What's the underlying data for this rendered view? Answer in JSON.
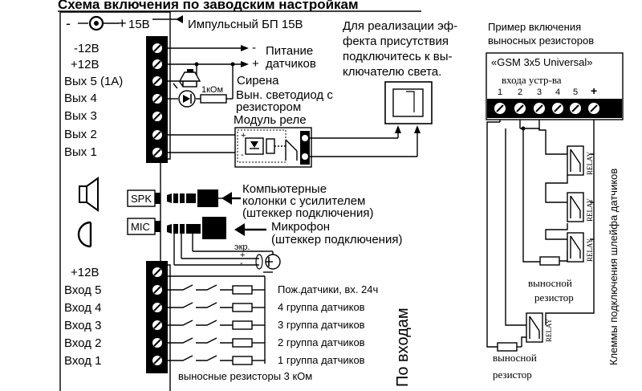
{
  "title": "Схема включения по заводским настройкам",
  "power_supply": {
    "label": "Импульсный БП 15В",
    "volt": "15В",
    "neg": "-",
    "pos": "+"
  },
  "device_top_terminals": [
    "-12В",
    "+12В",
    "Вых 5 (1А)",
    "Вых 4",
    "Вых 3",
    "Вых 2",
    "Вых 1"
  ],
  "outputs": {
    "power_label_1": "Питание",
    "power_label_2": "датчиков",
    "minus": "-",
    "plus": "+",
    "siren": "Сирена",
    "resistor_1k": "1кОм",
    "led_1": "Вын. светодиод с",
    "led_2": "резистором",
    "relay": "Модуль реле"
  },
  "presence": {
    "line1": "Для реализации эф-",
    "line2": "фекта присутствия",
    "line3": "подключитесь к вы-",
    "line4": "ключателю света."
  },
  "audio": {
    "spk": "SPK",
    "mic": "MIC",
    "speakers_1": "Компьютерные",
    "speakers_2": "колонки с усилителем",
    "speakers_3": "(штеккер подключения)",
    "mic_1": "Микрофон",
    "mic_2": "(штеккер подключения)",
    "shield": "экр."
  },
  "device_bottom_terminals": [
    "+12В",
    "Вход 5",
    "Вход 4",
    "Вход 3",
    "Вход 2",
    "Вход 1"
  ],
  "inputs": {
    "sensors": [
      "Пож.датчики, вх. 24ч",
      "4 группа датчиков",
      "3 группа датчиков",
      "2 группа датчиков",
      "1 группа датчиков"
    ],
    "resistors_note": "выносные резисторы 3 кОм",
    "by_inputs": "По входам"
  },
  "example": {
    "title_1": "Пример включения",
    "title_2": "выносных резисторов",
    "device": "«GSM 3x5 Universal»",
    "inputs_label": "входа устр-ва",
    "pin_numbers": [
      "1",
      "2",
      "3",
      "4",
      "5",
      "+"
    ],
    "relay": "RELAY",
    "remote_resistor_1": "выносной",
    "remote_resistor_2": "резистор",
    "side_label": "Клеммы подключения шлейфа датчиков"
  }
}
